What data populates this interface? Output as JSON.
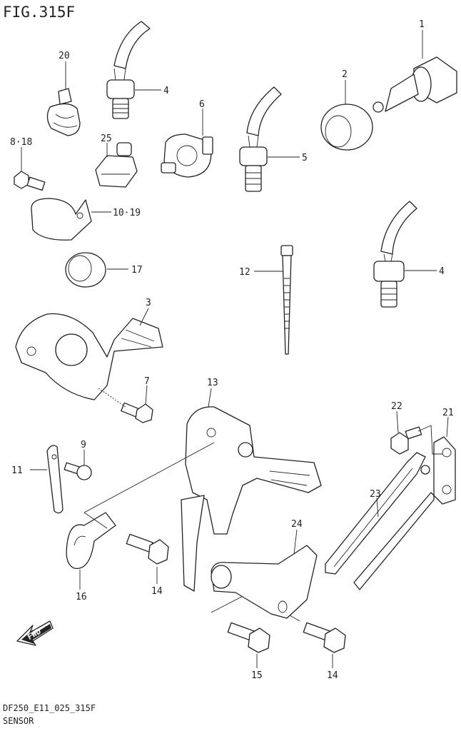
{
  "figure": {
    "title": "FIG.315F",
    "code": "DF250_E11_025_315F",
    "caption": "SENSOR"
  },
  "fwd_label": "FWD",
  "callouts": {
    "c1": "1",
    "c2": "2",
    "c3": "3",
    "c4a": "4",
    "c4b": "4",
    "c5": "5",
    "c6": "6",
    "c7": "7",
    "c818": "8·18",
    "c9": "9",
    "c1019": "10·19",
    "c11": "11",
    "c12": "12",
    "c13": "13",
    "c14a": "14",
    "c14b": "14",
    "c15": "15",
    "c16": "16",
    "c17": "17",
    "c20": "20",
    "c21": "21",
    "c22": "22",
    "c23": "23",
    "c24": "24",
    "c25": "25"
  },
  "colors": {
    "line": "#222222",
    "background": "#ffffff"
  }
}
